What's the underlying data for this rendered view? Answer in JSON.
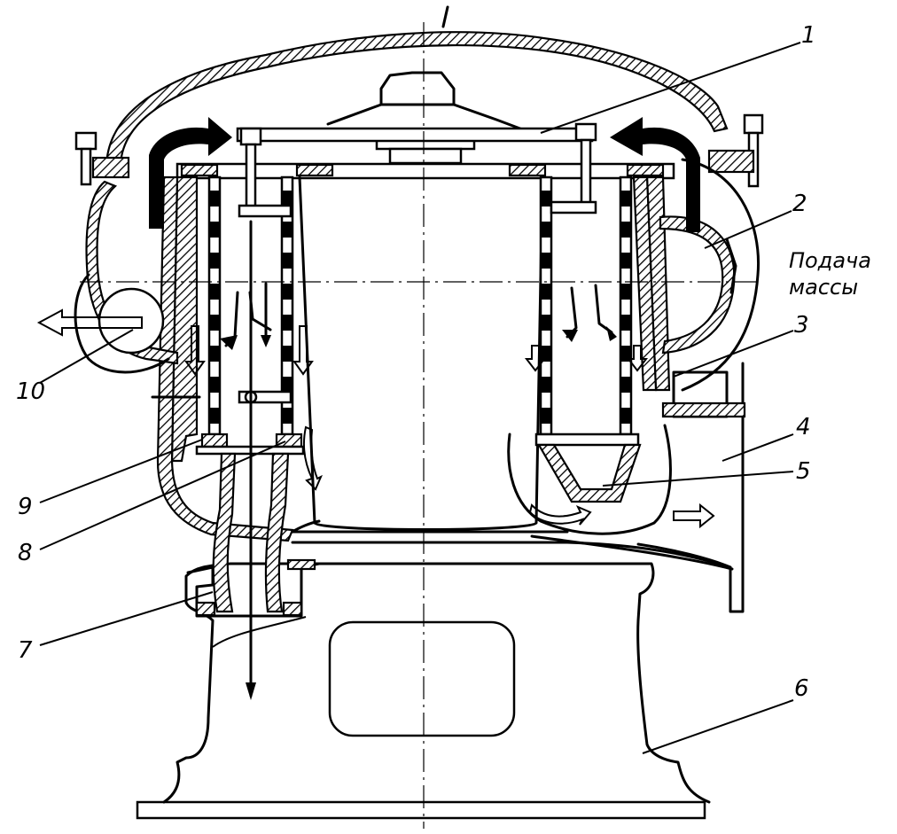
{
  "labels": {
    "l1": "1",
    "l2": "2",
    "l3": "3",
    "l4": "4",
    "l5": "5",
    "l6": "6",
    "l7": "7",
    "l8": "8",
    "l9": "9",
    "l10": "10",
    "feed_line1": "Подача",
    "feed_line2": "массы"
  },
  "colors": {
    "ink": "#000000",
    "paper": "#ffffff"
  }
}
